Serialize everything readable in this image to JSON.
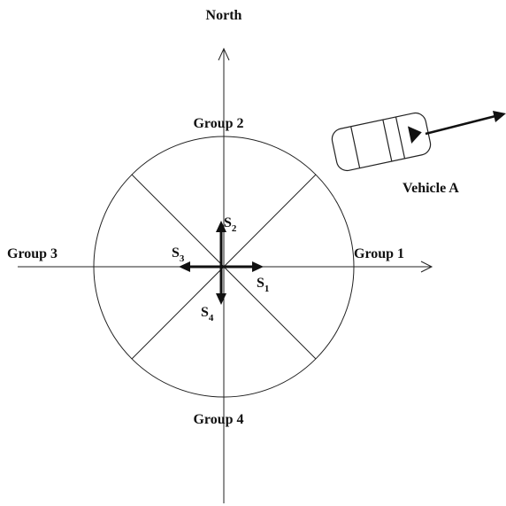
{
  "diagram": {
    "north_label": "North",
    "groups": {
      "group1": "Group 1",
      "group2": "Group 2",
      "group3": "Group 3",
      "group4": "Group 4"
    },
    "vehicle_label": "Vehicle A",
    "signals": {
      "s1": {
        "base": "S",
        "sub": "1"
      },
      "s2": {
        "base": "S",
        "sub": "2"
      },
      "s3": {
        "base": "S",
        "sub": "3"
      },
      "s4": {
        "base": "S",
        "sub": "4"
      }
    }
  }
}
